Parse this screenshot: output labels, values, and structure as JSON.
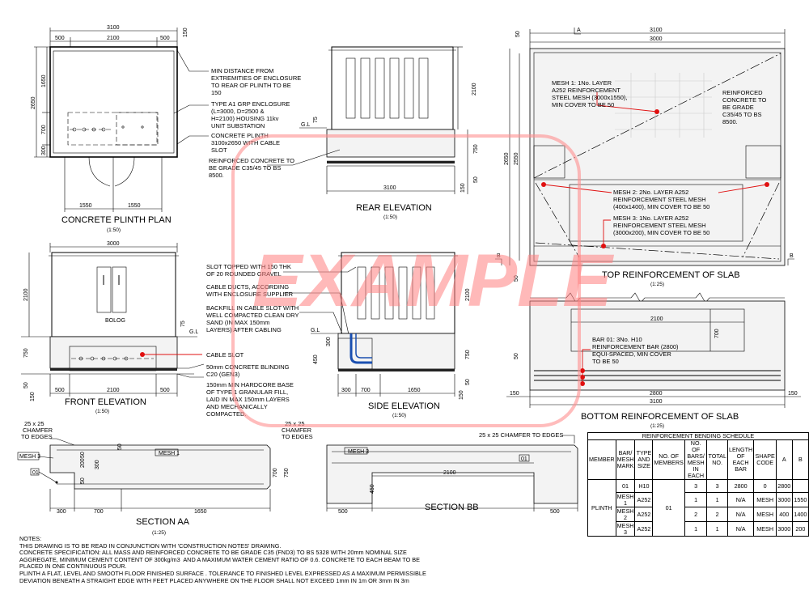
{
  "views": {
    "plinth_plan": {
      "title": "CONCRETE PLINTH PLAN",
      "scale": "(1:50)"
    },
    "rear_elevation": {
      "title": "REAR ELEVATION",
      "scale": "(1:50)"
    },
    "front_elevation": {
      "title": "FRONT ELEVATION",
      "scale": "(1:50)"
    },
    "side_elevation": {
      "title": "SIDE ELEVATION",
      "scale": "(1:50)"
    },
    "top_reinforcement": {
      "title": "TOP REINFORCEMENT OF SLAB",
      "scale": "(1:25)"
    },
    "bottom_reinforcement": {
      "title": "BOTTOM REINFORCEMENT OF SLAB",
      "scale": "(1:25)"
    },
    "section_aa": {
      "title": "SECTION AA",
      "scale": "(1:25)"
    },
    "section_bb": {
      "title": "SECTION BB"
    }
  },
  "dims": {
    "d3100": "3100",
    "d3000": "3000",
    "d2100": "2100",
    "d500": "500",
    "d150": "150",
    "d1650": "1650",
    "d2650": "2650",
    "d700": "700",
    "d300": "300",
    "d1550": "1550",
    "d75": "75",
    "d750": "750",
    "d50": "50",
    "d450": "450",
    "d2550": "2550",
    "d2800": "2800",
    "d200": "200",
    "d25x25": "25 x 25"
  },
  "labels": {
    "gl": "G.L",
    "a_mark": "A",
    "b_mark": "B",
    "mesh1_tag": "MESH 1",
    "mesh3_tag": "MESH 3",
    "bar01_tag": "01",
    "chamfer1": "CHAMFER",
    "chamfer2": "TO EDGES",
    "chamfer_line": "25 x 25 CHAMFER TO EDGES"
  },
  "annotations": {
    "plan_min_distance": [
      "MIN DISTANCE FROM",
      "EXTREMITIES OF ENCLOSURE",
      "TO REAR OF PLINTH TO BE",
      "150"
    ],
    "plan_type_a1": [
      "TYPE A1 GRP ENCLOSURE",
      "(L=3000, D=2500 &",
      "H=2100) HOUSING 11kv",
      "UNIT SUBSTATION"
    ],
    "plan_concrete_plinth": [
      "CONCRETE PLINTH",
      "3100x2650 WITH CABLE",
      "SLOT"
    ],
    "rear_reinforced": [
      "REINFORCED CONCRETE TO",
      "BE GRADE C35/45 TO BS",
      "8500."
    ],
    "front_slot_topped": [
      "SLOT TOPPED WITH 150 THK",
      "OF 20 ROUNDED GRAVEL"
    ],
    "front_cable_ducts": [
      "CABLE DUCTS, ACCORDING",
      "WITH ENCLOSURE SUPPLIER"
    ],
    "front_backfill": [
      "BACKFILL IN CABLE SLOT WITH",
      "WELL COMPACTED CLEAN DRY",
      "SAND (IN MAX 150mm",
      "LAYERS) AFTER CABLING"
    ],
    "front_cable_slot": [
      "CABLE SLOT"
    ],
    "front_blinding": [
      "50mm CONCRETE BLINDING",
      "C20 (GEN3)"
    ],
    "front_hardcore": [
      "150mm MIN HARDCORE BASE",
      "OF TYPE 1 GRANULAR FILL,",
      "LAID IN MAX 150mm LAYERS",
      "AND MECHANICALLY",
      "COMPACTED."
    ],
    "top_mesh1": [
      "MESH 1: 1No. LAYER",
      "A252 REINFORCEMENT",
      "STEEL MESH (3000x1550),",
      "MIN COVER TO BE 50"
    ],
    "top_reinforced": [
      "REINFORCED",
      "CONCRETE TO",
      "BE GRADE",
      "C35/45 TO BS",
      "8500."
    ],
    "top_mesh2": [
      "MESH 2: 2No. LAYER A252",
      "REINFORCEMENT STEEL MESH",
      "(400x1400), MIN COVER TO BE 50"
    ],
    "top_mesh3": [
      "MESH 3: 1No. LAYER A252",
      "REINFORCEMENT STEEL MESH",
      "(3000x200), MIN COVER TO BE 50"
    ],
    "bottom_bar01": [
      "BAR 01: 3No. H10",
      "REINFORCEMENT BAR (2800)",
      "EQUI-SPACED, MIN COVER",
      "TO BE 50"
    ]
  },
  "schedule": {
    "title": "REINFORCEMENT BENDING SCHEDULE",
    "headers": {
      "member": "MEMBER",
      "mark": "BAR/ MESH MARK",
      "type": "TYPE AND SIZE",
      "members": "NO. OF MEMBERS",
      "each": "NO. OF BARS/ MESH IN EACH",
      "total": "TOTAL NO.",
      "length": "LENGTH OF EACH BAR",
      "shape": "SHAPE CODE",
      "a": "A",
      "b": "B"
    },
    "member_name": "PLINTH",
    "members_count": "01",
    "rows": [
      {
        "mark": "01",
        "type": "H10",
        "each": "3",
        "total": "3",
        "length": "2800",
        "shape": "0",
        "a": "2800",
        "b": ""
      },
      {
        "mark": "MESH 1",
        "type": "A252",
        "each": "1",
        "total": "1",
        "length": "N/A",
        "shape": "MESH",
        "a": "3000",
        "b": "1550"
      },
      {
        "mark": "MESH 2",
        "type": "A252",
        "each": "2",
        "total": "2",
        "length": "N/A",
        "shape": "MESH",
        "a": "400",
        "b": "1400"
      },
      {
        "mark": "MESH 3",
        "type": "A252",
        "each": "1",
        "total": "1",
        "length": "N/A",
        "shape": "MESH",
        "a": "3000",
        "b": "200"
      }
    ]
  },
  "notes": {
    "heading": "NOTES:",
    "lines": [
      "THIS DRAWING IS TO BE READ IN CONJUNCTION WITH 'CONSTRUCTION NOTES' DRAWING.",
      "CONCRETE SPECIFICATION: ALL MASS AND REINFORCED CONCRETE TO BE GRADE C35 (FND3) TO BS 5328 WITH 20mm NOMINAL SIZE",
      "AGGREGATE, MINIMUM CEMENT CONTENT OF 300kg/m3  AND A MAXIMUM WATER CEMENT RATIO OF 0.6. CONCRETE TO EACH BEAM TO BE",
      "PLACED IN ONE CONTINUOUS POUR.",
      "PLINTH A FLAT, LEVEL AND SMOOTH FLOOR FINISHED SURFACE . TOLERANCE TO FINISHED LEVEL EXPRESSED AS A MAXIMUM PERMISSIBLE",
      "DEVIATION BENEATH A STRAIGHT EDGE WITH FEET PLACED ANYWHERE ON THE FLOOR SHALL NOT EXCEED 1mm IN 1m OR 3mm IN 3m"
    ]
  },
  "watermark": "EXAMPLE",
  "colors": {
    "leader": "#e01010",
    "watermark": "#ff8080"
  }
}
